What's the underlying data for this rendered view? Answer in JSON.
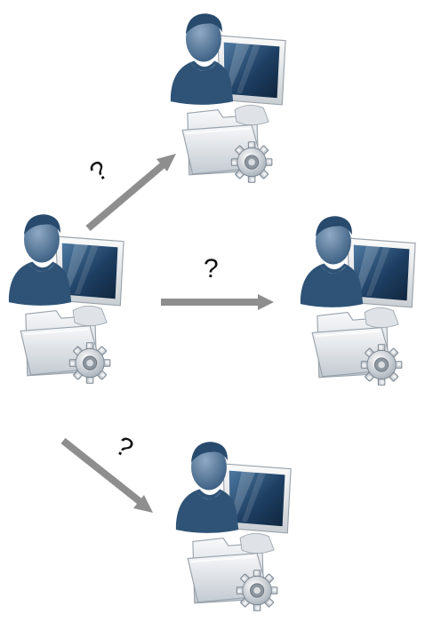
{
  "diagram": {
    "source_node": {
      "icon": "user-computer-folder-gear-icon"
    },
    "target_nodes": [
      {
        "id": "top",
        "icon": "user-computer-folder-gear-icon"
      },
      {
        "id": "middle",
        "icon": "user-computer-folder-gear-icon"
      },
      {
        "id": "bottom",
        "icon": "user-computer-folder-gear-icon"
      }
    ],
    "connections": [
      {
        "from": "source",
        "to": "top",
        "label": "?"
      },
      {
        "from": "source",
        "to": "middle",
        "label": "?"
      },
      {
        "from": "source",
        "to": "bottom",
        "label": "?"
      }
    ]
  },
  "colors": {
    "arrow": "#8e8e8e",
    "person_dark": "#2f5376",
    "person_light": "#6f8faf",
    "screen": "#1d3a5c",
    "folder": "#d8dde2",
    "gear": "#9aa3ab"
  }
}
